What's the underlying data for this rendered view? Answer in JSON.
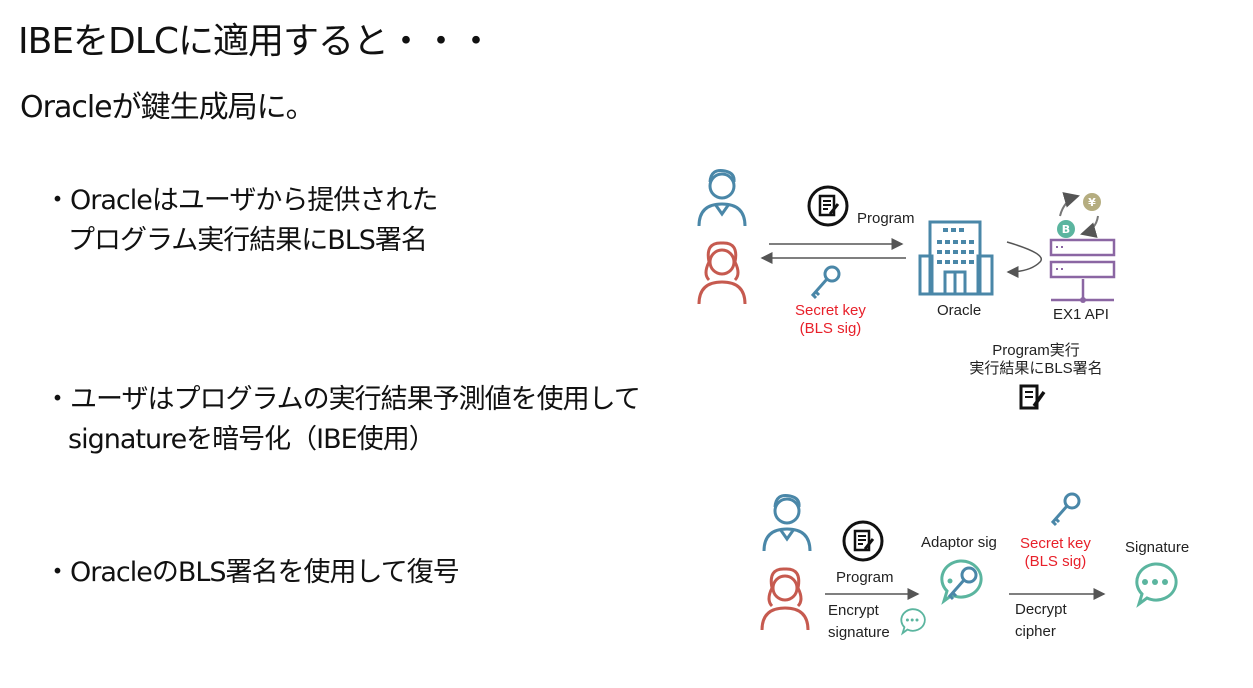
{
  "slide": {
    "title": "IBEをDLCに適用すると・・・",
    "subtitle": "Oracleが鍵生成局に。",
    "bullets": [
      {
        "line1": "・Oracleはユーザから提供された",
        "line2": "プログラム実行結果にBLS署名"
      },
      {
        "line1": "・ユーザはプログラムの実行結果予測値を使用して",
        "line2": "signatureを暗号化（IBE使用）"
      },
      {
        "line1": "・OracleのBLS署名を使用して復号",
        "line2": ""
      }
    ]
  },
  "diagram_top": {
    "program_label": "Program",
    "secret_key_line1": "Secret key",
    "secret_key_line2": "(BLS sig)",
    "oracle_label": "Oracle",
    "api_label": "EX1 API",
    "exec_line1": "Program実行",
    "exec_line2": "実行結果にBLS署名"
  },
  "diagram_bottom": {
    "program_label": "Program",
    "encrypt_line1": "Encrypt",
    "encrypt_line2": "signature",
    "adaptor_label": "Adaptor sig",
    "secret_key_line1": "Secret key",
    "secret_key_line2": "(BLS sig)",
    "decrypt_line1": "Decrypt",
    "decrypt_line2": "cipher",
    "signature_label": "Signature"
  },
  "colors": {
    "blue": "#4a87a8",
    "red": "#c65a4f",
    "teal": "#5bb59f",
    "purple": "#8b66a3",
    "accent_red": "#e8202a"
  }
}
